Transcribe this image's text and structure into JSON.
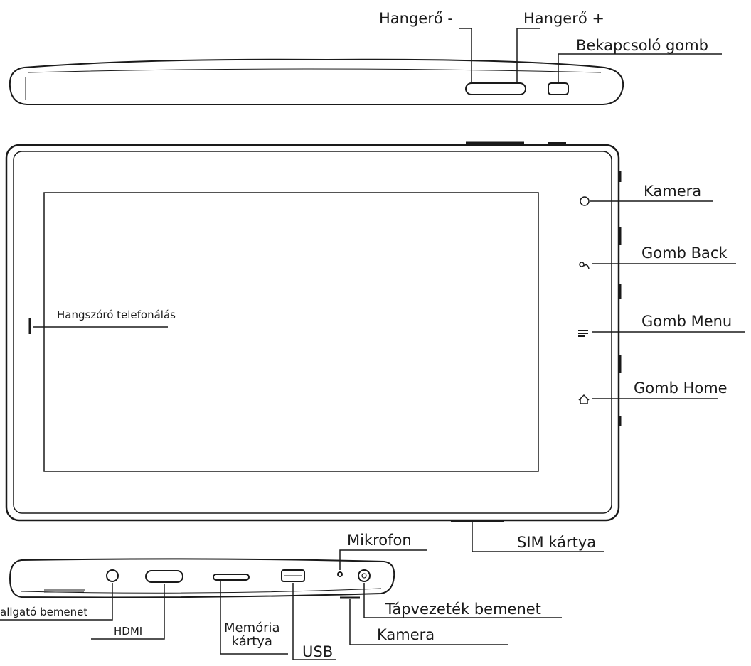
{
  "labels": {
    "volume_down": "Hangerő -",
    "volume_up": "Hangerő +",
    "power_button": "Bekapcsoló gomb",
    "camera_front": "Kamera",
    "back_button": "Gomb Back",
    "menu_button": "Gomb Menu",
    "home_button": "Gomb Home",
    "speaker": "Hangszóró telefonálás",
    "sim_card": "SIM kártya",
    "microphone": "Mikrofon",
    "headphone_input": "allgató bemenet",
    "hdmi": "HDMI",
    "memory_card": "Memória\nkártya",
    "usb": "USB",
    "power_input": "Tápvezeték bemenet",
    "camera_rear": "Kamera"
  },
  "colors": {
    "line": "#1a1a1a",
    "background": "#ffffff"
  }
}
